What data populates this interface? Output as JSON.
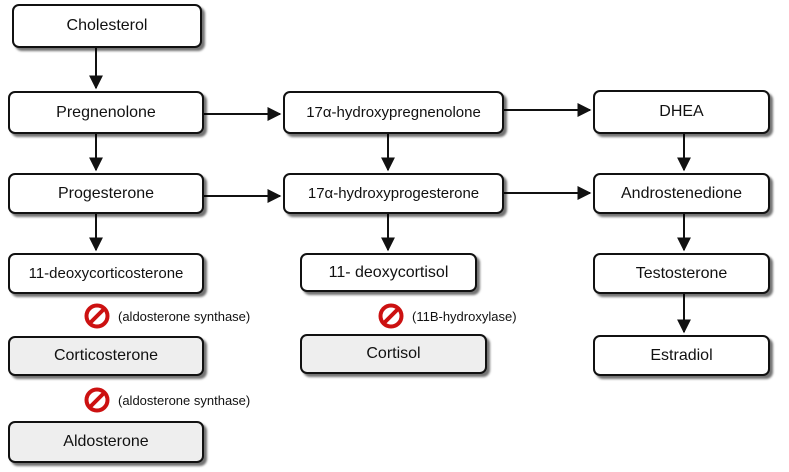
{
  "nodes": {
    "cholesterol": "Cholesterol",
    "pregnenolone": "Pregnenolone",
    "hydroxypregnenolone": "17α-hydroxypregnenolone",
    "dhea": "DHEA",
    "progesterone": "Progesterone",
    "hydroxyprogesterone": "17α-hydroxyprogesterone",
    "androstenedione": "Androstenedione",
    "deoxycorticosterone": "11-deoxycorticosterone",
    "deoxycortisol": "11- deoxycortisol",
    "testosterone": "Testosterone",
    "corticosterone": "Corticosterone",
    "cortisol": "Cortisol",
    "estradiol": "Estradiol",
    "aldosterone": "Aldosterone"
  },
  "inhibitions": {
    "aldosterone_synthase_1": "(aldosterone synthase)",
    "hydroxylase": "(11B-hydroxylase)",
    "aldosterone_synthase_2": "(aldosterone synthase)"
  },
  "colors": {
    "inhibit_red": "#cc1111",
    "blocked_fill": "#eeeeee",
    "line": "#111111"
  },
  "icons": {
    "inhibit": "prohibited-icon"
  }
}
